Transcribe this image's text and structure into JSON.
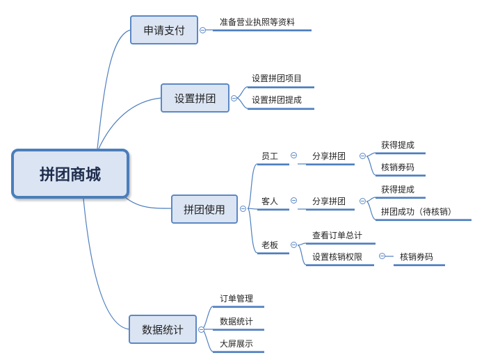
{
  "root": "拼团商城",
  "branches": {
    "apply": {
      "label": "申请支付",
      "children": [
        "准备营业执照等资料"
      ]
    },
    "setup": {
      "label": "设置拼团",
      "children": [
        "设置拼团项目",
        "设置拼团提成"
      ]
    },
    "use": {
      "label": "拼团使用",
      "staff": {
        "label": "员工",
        "share": "分享拼团",
        "children": [
          "获得提成",
          "核销券码"
        ]
      },
      "guest": {
        "label": "客人",
        "share": "分享拼团",
        "children": [
          "获得提成",
          "拼团成功（待核销）"
        ]
      },
      "boss": {
        "label": "老板",
        "children": [
          "查看订单总计",
          "设置核销权限"
        ],
        "perm_child": "核销券码"
      }
    },
    "stats": {
      "label": "数据统计",
      "children": [
        "订单管理",
        "数据统计",
        "大屏展示"
      ]
    }
  },
  "colors": {
    "line": "#4f7fbf",
    "node_fill": "#dbe4f3",
    "node_border": "#5b87c4"
  }
}
